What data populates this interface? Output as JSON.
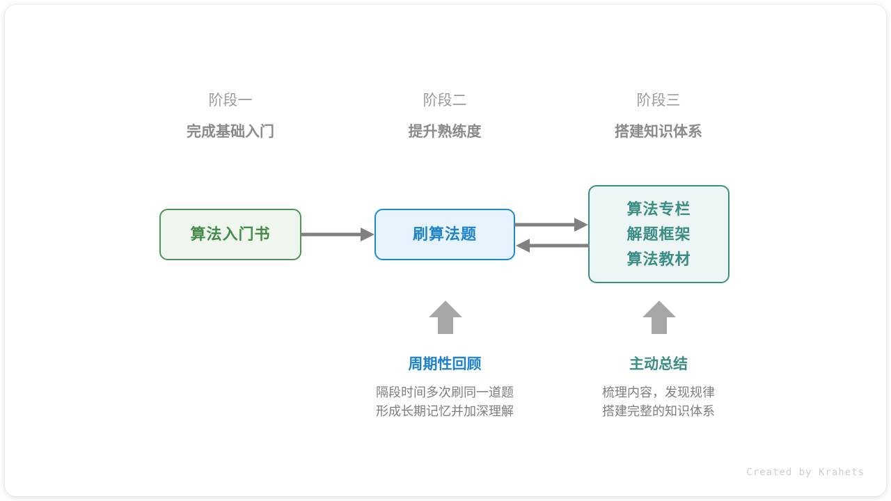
{
  "canvas": {
    "background": "#ffffff",
    "card_background": "#ffffff"
  },
  "colors": {
    "green": "#4f9355",
    "green_text": "#448a4b",
    "green_fill": "#eef6ee",
    "blue": "#1d87d6",
    "blue_text": "#1d82cd",
    "blue_fill": "#e7f3fd",
    "teal": "#3a8d84",
    "teal_fill": "#edf6f4",
    "arrow_gray": "#808080",
    "header_gray": "#9b9b9b",
    "header_title_gray": "#8a8a8a",
    "body_gray": "#7e7e7e",
    "credit_gray": "#cfcfcf"
  },
  "stages": [
    {
      "number": "阶段一",
      "title": "完成基础入门"
    },
    {
      "number": "阶段二",
      "title": "提升熟练度"
    },
    {
      "number": "阶段三",
      "title": "搭建知识体系"
    }
  ],
  "nodes": {
    "book": {
      "lines": [
        "算法入门书"
      ]
    },
    "practice": {
      "lines": [
        "刷算法题"
      ]
    },
    "resources": {
      "lines": [
        "算法专栏",
        "解题框架",
        "算法教材"
      ]
    }
  },
  "connectors": [
    {
      "name": "book-to-practice",
      "direction": "right"
    },
    {
      "name": "practice-to-resources",
      "direction": "right"
    },
    {
      "name": "resources-to-practice",
      "direction": "left"
    },
    {
      "name": "review-up-arrow",
      "direction": "up"
    },
    {
      "name": "summary-up-arrow",
      "direction": "up"
    }
  ],
  "annotations": [
    {
      "title": "周期性回顾",
      "desc_line_1": "隔段时间多次刷同一道题",
      "desc_line_2": "形成长期记忆并加深理解"
    },
    {
      "title": "主动总结",
      "desc_line_1": "梳理内容，发现规律",
      "desc_line_2": "搭建完整的知识体系"
    }
  ],
  "credit": "Created by Krahets"
}
